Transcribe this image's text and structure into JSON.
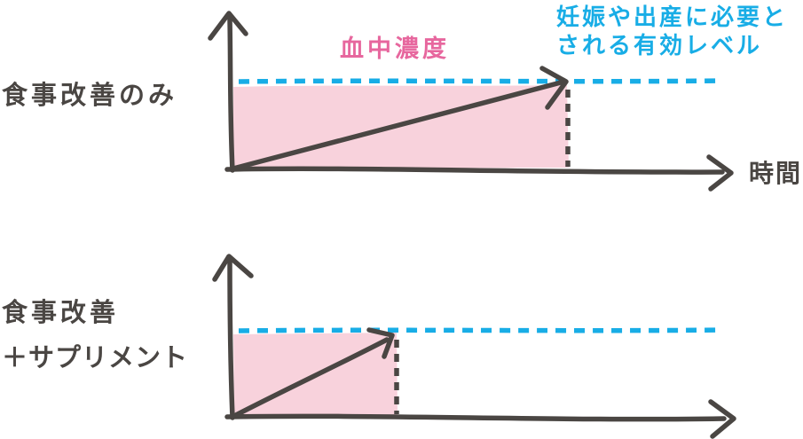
{
  "colors": {
    "ink": "#4a4643",
    "pink_fill": "#f8d2dc",
    "pink_text": "#e7679e",
    "cyan": "#18ade6"
  },
  "labels": {
    "panel1_title": "食事改善のみ",
    "panel2_title_line1": "食事改善",
    "panel2_title_line2": "＋サプリメント",
    "series": "血中濃度",
    "threshold_line1": "妊娠や出産に必要と",
    "threshold_line2": "される有効レベル",
    "time_axis": "時間"
  },
  "chart_data": [
    {
      "type": "area",
      "panel": "食事改善のみ",
      "series": "血中濃度",
      "threshold_label": "妊娠や出産に必要とされる有効レベル",
      "xlabel": "時間",
      "x": [
        0,
        0.67
      ],
      "y_fraction_of_threshold": [
        0,
        1.0
      ],
      "time_to_reach_threshold_fraction_of_axis": 0.67,
      "threshold_level_fraction_of_y_axis": 0.56,
      "style": "hand-drawn sketch, pink filled area under rising arrow, dashed cyan threshold line, dashed drop line at reach point"
    },
    {
      "type": "area",
      "panel": "食事改善＋サプリメント",
      "series": "血中濃度",
      "threshold_label": "妊娠や出産に必要とされる有効レベル",
      "xlabel": "時間",
      "x": [
        0,
        0.33
      ],
      "y_fraction_of_threshold": [
        0,
        1.0
      ],
      "time_to_reach_threshold_fraction_of_axis": 0.33,
      "threshold_level_fraction_of_y_axis": 0.54,
      "style": "hand-drawn sketch, steeper rise reaches threshold in half the time"
    }
  ]
}
